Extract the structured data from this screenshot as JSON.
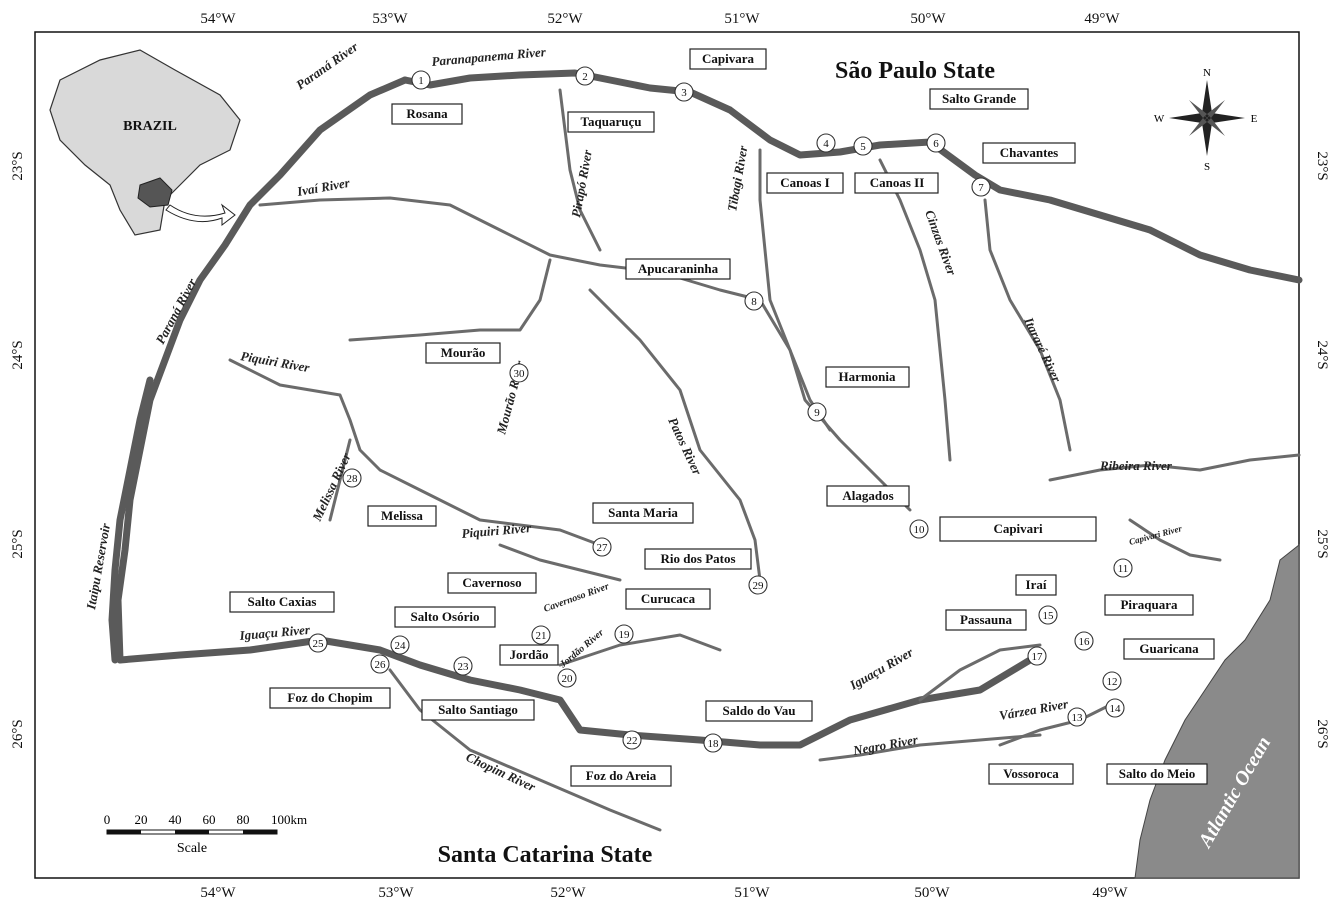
{
  "map": {
    "states": {
      "north": "São Paulo State",
      "south": "Santa Catarina State"
    },
    "inset_label": "BRAZIL",
    "ocean": "Atlantic Ocean",
    "top_longitudes": [
      "54°W",
      "53°W",
      "52°W",
      "51°W",
      "50°W",
      "49°W"
    ],
    "bottom_longitudes": [
      "54°W",
      "53°W",
      "52°W",
      "51°W",
      "50°W",
      "49°W"
    ],
    "left_latitudes": [
      "23°S",
      "24°S",
      "25°S",
      "26°S"
    ],
    "right_latitudes": [
      "23°S",
      "24°S",
      "25°S",
      "26°S"
    ],
    "compass": {
      "n": "N",
      "s": "S",
      "e": "E",
      "w": "W"
    },
    "scale": {
      "ticks": [
        "0",
        "20",
        "40",
        "60",
        "80",
        "100km"
      ],
      "label": "Scale"
    },
    "rivers": [
      "Paraná River",
      "Paranapanema River",
      "Paraná River",
      "Ivaí River",
      "Pirapó River",
      "Tibagi River",
      "Cinzas River",
      "Itararé River",
      "Piquiri River",
      "Mourão River",
      "Patos River",
      "Melissa River",
      "Piquiri River",
      "Cavernoso River",
      "Jordão River",
      "Itaipu Reservoir",
      "Iguaçu River",
      "Chopim River",
      "Ribeira River",
      "Capivari River",
      "Iguaçu River",
      "Negro River",
      "Várzea River"
    ],
    "plants": [
      {
        "n": "1",
        "name": "Rosana"
      },
      {
        "n": "2",
        "name": "Taquaruçu"
      },
      {
        "n": "3",
        "name": "Capivara"
      },
      {
        "n": "4",
        "name": "Canoas I"
      },
      {
        "n": "5",
        "name": "Canoas II"
      },
      {
        "n": "6",
        "name": "Salto Grande"
      },
      {
        "n": "7",
        "name": "Chavantes"
      },
      {
        "n": "8",
        "name": "Apucaraninha"
      },
      {
        "n": "9",
        "name": "Harmonia"
      },
      {
        "n": "10",
        "name": "Alagados"
      },
      {
        "n": "11",
        "name": "Capivari"
      },
      {
        "n": "12",
        "name": "Guaricana"
      },
      {
        "n": "13",
        "name": "Vossoroca"
      },
      {
        "n": "14",
        "name": "Salto do Meio"
      },
      {
        "n": "15",
        "name": "Iraí"
      },
      {
        "n": "16",
        "name": "Piraquara"
      },
      {
        "n": "17",
        "name": "Passauna"
      },
      {
        "n": "18",
        "name": "Saldo do Vau"
      },
      {
        "n": "19",
        "name": "Curucaca"
      },
      {
        "n": "20",
        "name": "Jordão"
      },
      {
        "n": "21",
        "name": "Cavernoso"
      },
      {
        "n": "22",
        "name": "Foz do Areia"
      },
      {
        "n": "23",
        "name": "Salto Santiago"
      },
      {
        "n": "24",
        "name": "Salto Osório"
      },
      {
        "n": "25",
        "name": "Salto Caxias"
      },
      {
        "n": "26",
        "name": "Foz do Chopim"
      },
      {
        "n": "27",
        "name": "Santa Maria"
      },
      {
        "n": "28",
        "name": "Melissa"
      },
      {
        "n": "29",
        "name": "Rio dos Patos"
      },
      {
        "n": "30",
        "name": "Mourão"
      }
    ]
  }
}
